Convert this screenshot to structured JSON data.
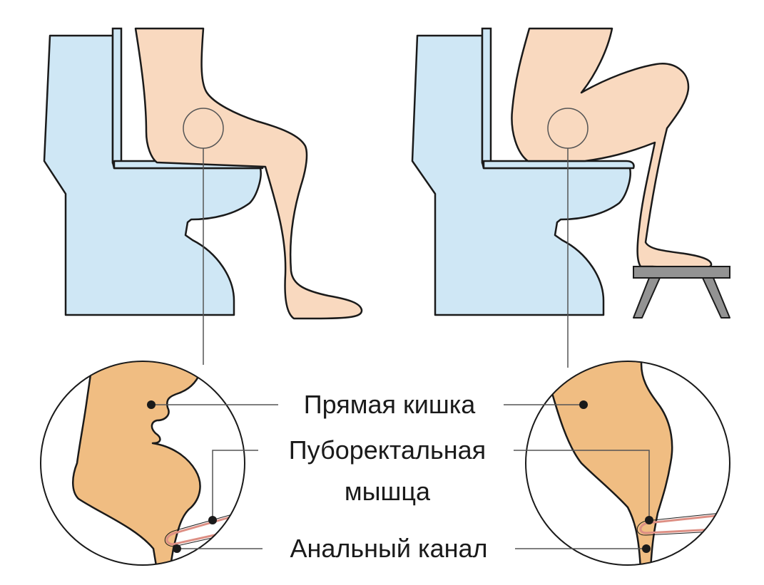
{
  "labels": {
    "rectum": "Прямая кишка",
    "puborectalis_line1": "Пуборектальная",
    "puborectalis_line2": "мышца",
    "anal_canal": "Анальный канал"
  },
  "panels": [
    {
      "name": "sitting-normal",
      "stool": false
    },
    {
      "name": "sitting-with-footstool",
      "stool": true
    }
  ],
  "colors": {
    "toilet_fill": "#cfe7f5",
    "skin_fill": "#f9d9bf",
    "rectum_fill": "#f0bd82",
    "muscle_stroke": "#dd8f84",
    "stool_fill": "#939393",
    "outline": "#1a1a1a",
    "leader_line": "#555555"
  }
}
